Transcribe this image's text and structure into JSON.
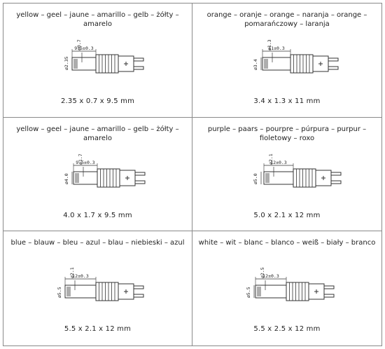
{
  "cells": [
    {
      "title": "yellow – geel – jaune – amarillo – gelb – żółty – amarelo",
      "size": "2.35 x 0.7 x 9.5 mm",
      "dim_length": "9.5±0.3",
      "dim_outer": "ø2.35",
      "dim_inner": "ø0.7"
    },
    {
      "title": "orange – oranje – orange – naranja – orange – pomarańczowy – laranja",
      "size": "3.4 x 1.3 x 11 mm",
      "dim_length": "11±0.3",
      "dim_outer": "ø3.4",
      "dim_inner": "ø1.3"
    },
    {
      "title": "yellow – geel – jaune – amarillo – gelb – żółty – amarelo",
      "size": "4.0 x 1.7 x 9.5 mm",
      "dim_length": "9.5±0.3",
      "dim_outer": "ø4.0",
      "dim_inner": "ø1.7"
    },
    {
      "title": "purple – paars – pourpre – púrpura – purpur – fioletowy – roxo",
      "size": "5.0 x 2.1 x 12 mm",
      "dim_length": "12±0.3",
      "dim_outer": "ø5.0",
      "dim_inner": "ø2.1"
    },
    {
      "title": "blue – blauw – bleu – azul – blau – niebieski – azul",
      "size": "5.5 x 2.1 x 12 mm",
      "dim_length": "12±0.3",
      "dim_outer": "ø5.5",
      "dim_inner": "ø2.1"
    },
    {
      "title": "white – wit – blanc – blanco – weiß – biały – branco",
      "size": "5.5 x 2.5 x 12 mm",
      "dim_length": "12±0.3",
      "dim_outer": "ø5.5",
      "dim_inner": "ø2.5"
    }
  ]
}
